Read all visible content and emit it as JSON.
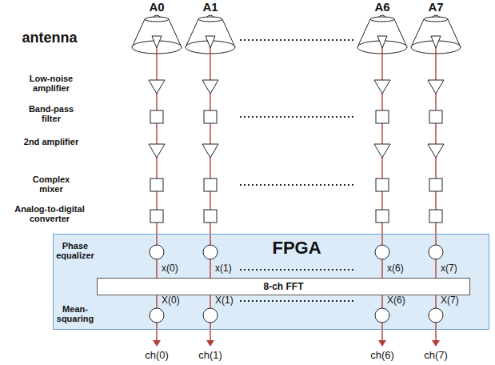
{
  "diagram": {
    "nodes": [
      {
        "text": [
          "FPGA"
        ]
      },
      {
        "text": [
          "8-ch FFT"
        ],
        "in": 0
      }
    ],
    "labels": [
      "A0",
      "A1",
      "A6",
      "A7",
      "antenna",
      "Low-noise amplifier",
      "Band-pass filter",
      "2nd amplifier",
      "Complex mixer",
      "Analog-to-digital converter",
      "Phase equalizer",
      "x(0)",
      "x(1)",
      "x(6)",
      "x(7)",
      "Mean-squaring",
      "X(0)",
      "X(1)",
      "X(6)",
      "X(7)",
      "ch(0)",
      "ch(1)",
      "ch(6)",
      "ch(7)"
    ]
  }
}
